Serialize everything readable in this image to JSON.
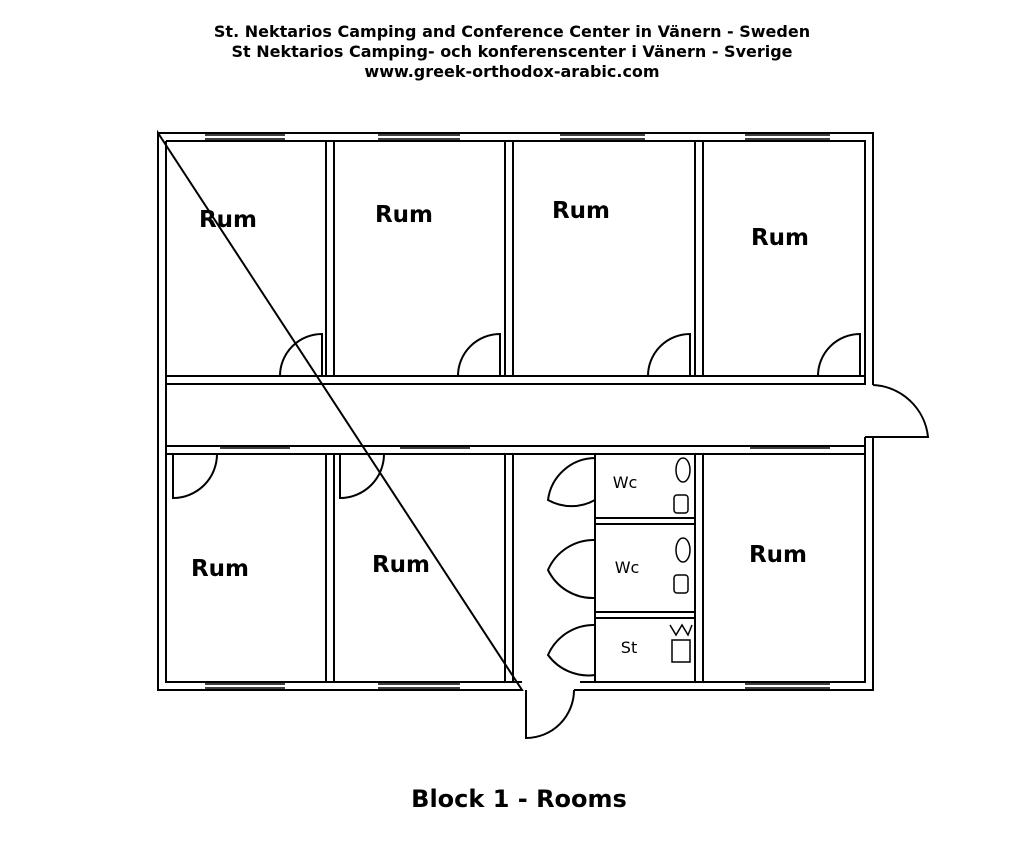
{
  "header": {
    "line1": "St. Nektarios Camping and Conference Center in Vänern - Sweden",
    "line2": "St Nektarios Camping- och konferenscenter i Vänern - Sverige",
    "line3": "www.greek-orthodox-arabic.com"
  },
  "rooms": {
    "top1": "Rum",
    "top2": "Rum",
    "top3": "Rum",
    "top4": "Rum",
    "bottom1": "Rum",
    "bottom2": "Rum",
    "bottom3": "Rum"
  },
  "utility": {
    "wc1": "Wc",
    "wc2": "Wc",
    "storage": "St"
  },
  "footer": {
    "title": "Block 1 - Rooms"
  }
}
